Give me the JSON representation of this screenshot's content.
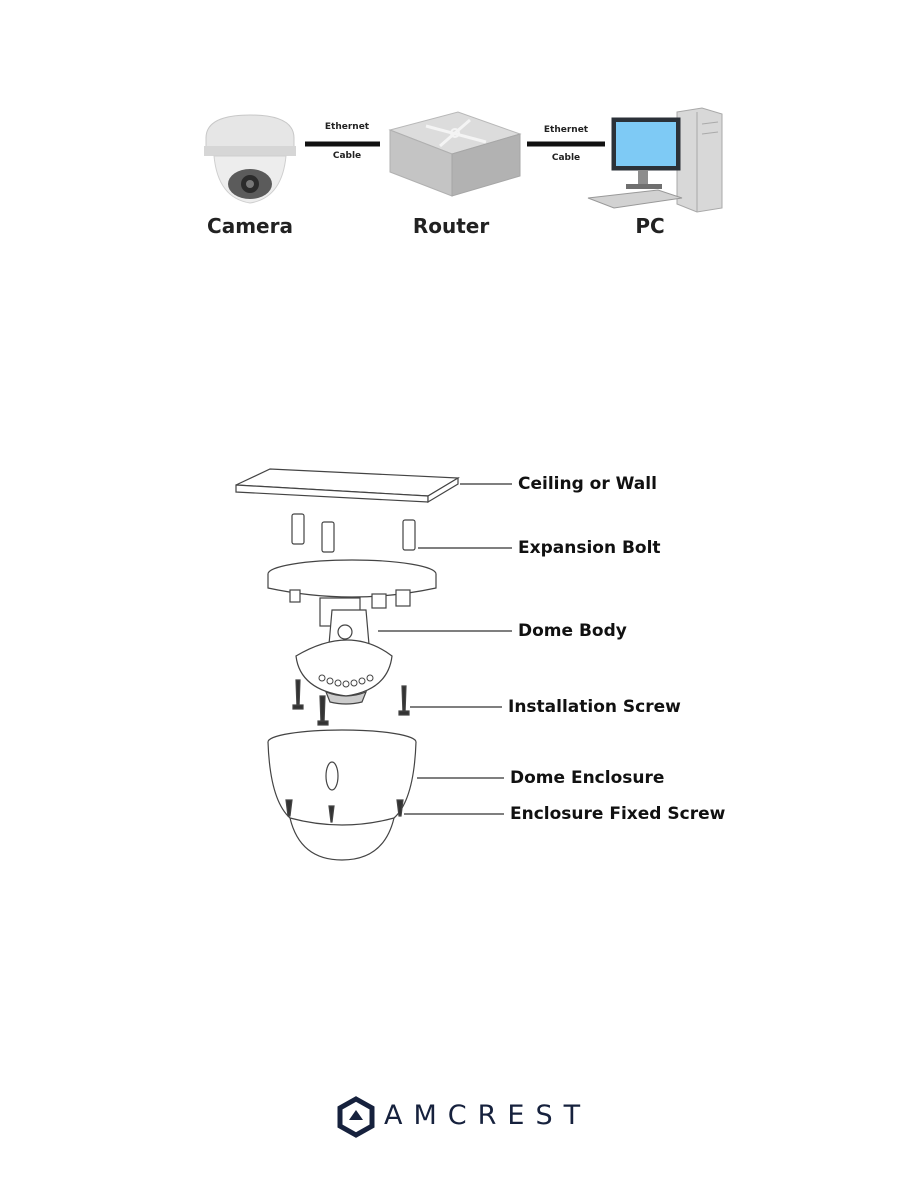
{
  "network_diagram": {
    "nodes": [
      {
        "id": "camera",
        "label": "Camera",
        "icon": "dome-camera-icon"
      },
      {
        "id": "router",
        "label": "Router",
        "icon": "router-icon"
      },
      {
        "id": "pc",
        "label": "PC",
        "icon": "desktop-pc-icon"
      }
    ],
    "links": [
      {
        "top": "Ethernet",
        "bottom": "Cable"
      },
      {
        "top": "Ethernet",
        "bottom": "Cable"
      }
    ]
  },
  "installation_diagram": {
    "parts": [
      {
        "label": "Ceiling or Wall"
      },
      {
        "label": "Expansion Bolt"
      },
      {
        "label": "Dome Body"
      },
      {
        "label": "Installation Screw"
      },
      {
        "label": "Dome Enclosure"
      },
      {
        "label": "Enclosure Fixed Screw"
      }
    ]
  },
  "footer": {
    "brand": "AMCREST",
    "brand_color": "#16213d"
  }
}
